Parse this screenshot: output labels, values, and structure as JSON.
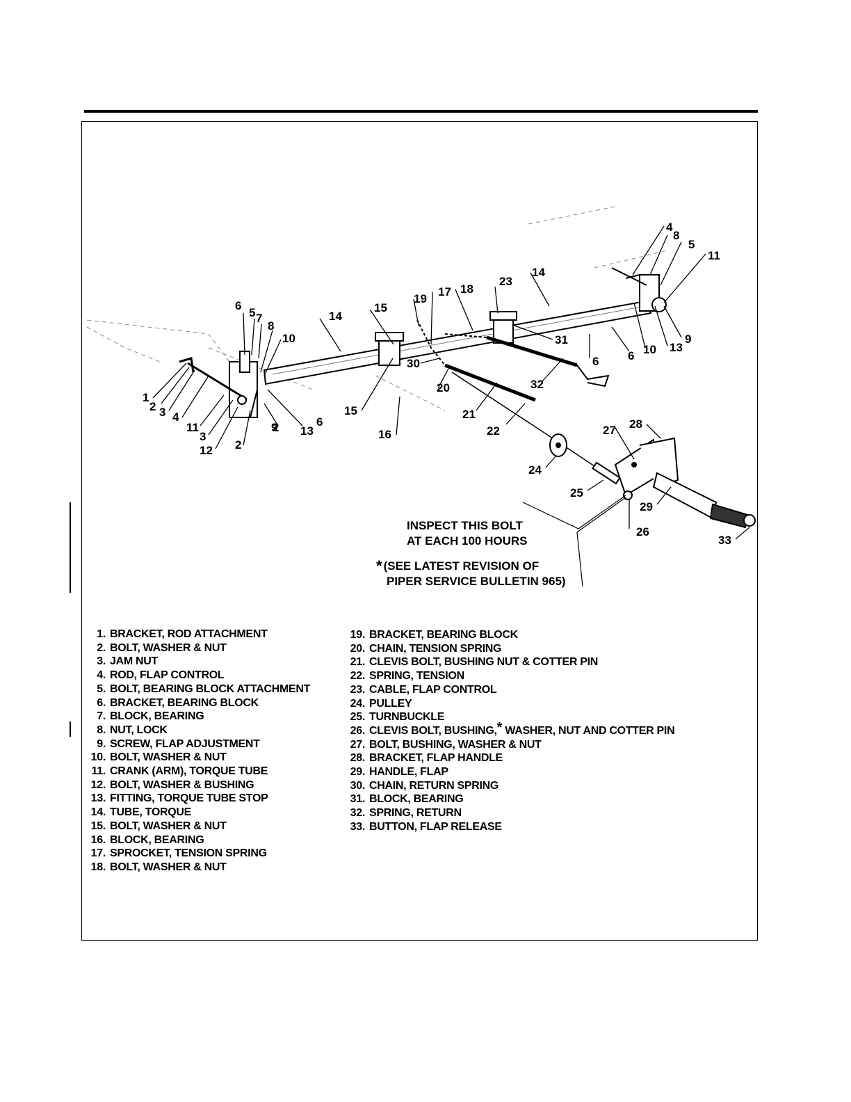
{
  "note": {
    "line1": "INSPECT THIS BOLT",
    "line2": "AT EACH 100 HOURS",
    "star": "*",
    "line3": "(SEE LATEST REVISION OF",
    "line4": "PIPER SERVICE BULLETIN 965)"
  },
  "legend_left": [
    {
      "num": "1.",
      "text": "BRACKET, ROD ATTACHMENT"
    },
    {
      "num": "2.",
      "text": "BOLT, WASHER & NUT"
    },
    {
      "num": "3.",
      "text": "JAM NUT"
    },
    {
      "num": "4.",
      "text": "ROD, FLAP CONTROL"
    },
    {
      "num": "5.",
      "text": "BOLT, BEARING BLOCK ATTACHMENT"
    },
    {
      "num": "6.",
      "text": "BRACKET, BEARING BLOCK"
    },
    {
      "num": "7.",
      "text": "BLOCK, BEARING"
    },
    {
      "num": "8.",
      "text": "NUT, LOCK"
    },
    {
      "num": "9.",
      "text": "SCREW, FLAP ADJUSTMENT"
    },
    {
      "num": "10.",
      "text": "BOLT, WASHER & NUT"
    },
    {
      "num": "11.",
      "text": "CRANK (ARM), TORQUE TUBE"
    },
    {
      "num": "12.",
      "text": "BOLT, WASHER & BUSHING"
    },
    {
      "num": "13.",
      "text": "FITTING, TORQUE TUBE STOP"
    },
    {
      "num": "14.",
      "text": "TUBE, TORQUE"
    },
    {
      "num": "15.",
      "text": "BOLT, WASHER & NUT"
    },
    {
      "num": "16.",
      "text": "BLOCK, BEARING"
    },
    {
      "num": "17.",
      "text": "SPROCKET, TENSION SPRING"
    },
    {
      "num": "18.",
      "text": "BOLT, WASHER & NUT"
    }
  ],
  "legend_right": [
    {
      "num": "19.",
      "text": "BRACKET, BEARING BLOCK"
    },
    {
      "num": "20.",
      "text": "CHAIN, TENSION SPRING"
    },
    {
      "num": "21.",
      "text": "CLEVIS BOLT, BUSHING NUT & COTTER PIN"
    },
    {
      "num": "22.",
      "text": "SPRING, TENSION"
    },
    {
      "num": "23.",
      "text": "CABLE, FLAP CONTROL"
    },
    {
      "num": "24.",
      "text": "PULLEY"
    },
    {
      "num": "25.",
      "text": "TURNBUCKLE"
    },
    {
      "num": "26.",
      "text": "CLEVIS BOLT, BUSHING,",
      "star": "*",
      "text2": " WASHER, NUT AND COTTER PIN"
    },
    {
      "num": "27.",
      "text": "BOLT, BUSHING, WASHER & NUT"
    },
    {
      "num": "28.",
      "text": "BRACKET, FLAP HANDLE"
    },
    {
      "num": "29.",
      "text": "HANDLE, FLAP"
    },
    {
      "num": "30.",
      "text": "CHAIN, RETURN SPRING"
    },
    {
      "num": "31.",
      "text": "BLOCK, BEARING"
    },
    {
      "num": "32.",
      "text": "SPRING, RETURN"
    },
    {
      "num": "33.",
      "text": "BUTTON, FLAP RELEASE"
    }
  ],
  "callouts": [
    "1",
    "2",
    "3",
    "4",
    "2",
    "11",
    "3",
    "12",
    "2",
    "9",
    "13",
    "6",
    "6",
    "5",
    "7",
    "8",
    "10",
    "14",
    "15",
    "16",
    "19",
    "17",
    "18",
    "30",
    "20",
    "21",
    "22",
    "23",
    "15",
    "14",
    "31",
    "32",
    "6",
    "4",
    "8",
    "5",
    "11",
    "6",
    "10",
    "13",
    "9",
    "24",
    "25",
    "26",
    "27",
    "28",
    "29",
    "33"
  ]
}
